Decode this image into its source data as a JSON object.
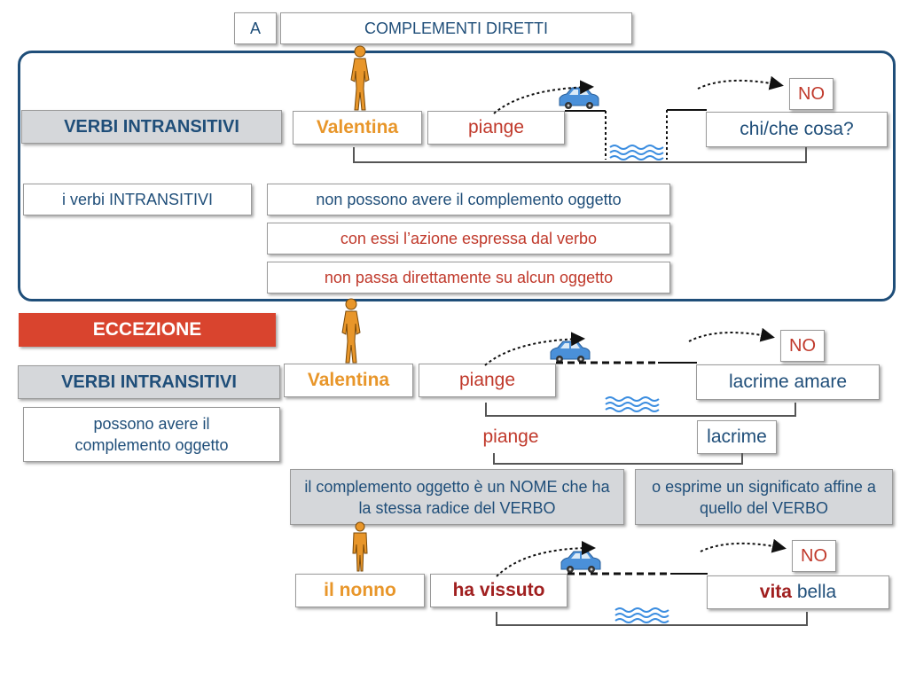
{
  "header": {
    "letter": "A",
    "title": "COMPLEMENTI DIRETTI"
  },
  "top": {
    "verbi_label": "VERBI INTRANSITIVI",
    "subject": "Valentina",
    "verb": "piange",
    "question": "chi/che cosa?",
    "no": "NO",
    "rule_left": "i verbi INTRANSITIVI",
    "rules": [
      "non possono avere il complemento oggetto",
      "con essi l’azione espressa dal verbo",
      "non passa direttamente su alcun oggetto"
    ]
  },
  "middle": {
    "eccezione": "ECCEZIONE",
    "verbi_label": "VERBI INTRANSITIVI",
    "note": "possono avere il complemento oggetto",
    "subject": "Valentina",
    "verb": "piange",
    "object": "lacrime amare",
    "no": "NO",
    "verb2": "piange",
    "object2": "lacrime",
    "explain_left": "il complemento oggetto è un NOME che ha la stessa radice del VERBO",
    "explain_right": "o esprime un significato affine a quello del VERBO"
  },
  "bottom": {
    "subject": "il nonno",
    "verb": "ha vissuto",
    "object_bold": "vita",
    "object_rest": " bella",
    "no": "NO"
  },
  "colors": {
    "blue": "#1f4e79",
    "red": "#c0392b",
    "orange": "#e8962a",
    "eccezione_bg": "#d9442e",
    "grey": "#d5d7da"
  }
}
